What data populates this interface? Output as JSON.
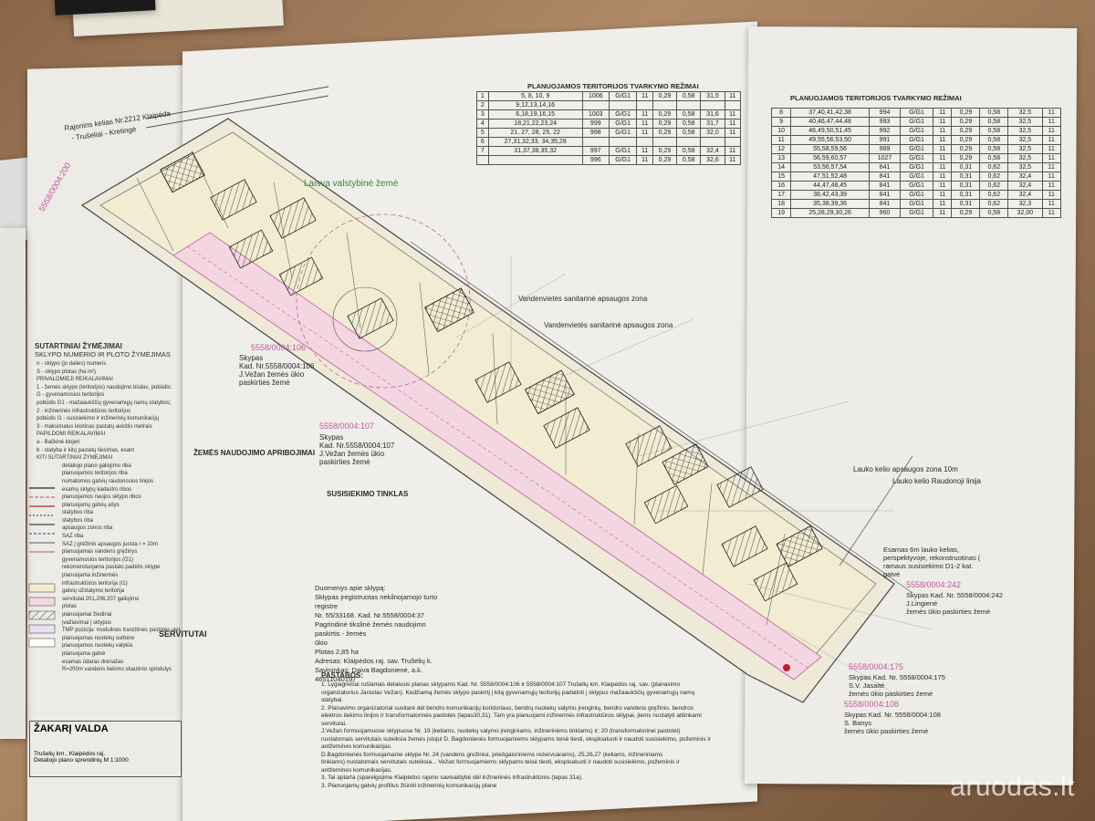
{
  "map": {
    "road_label": "Rajonins kelias Nr.2212 Klaipėda",
    "road_sub": "- Trušeliai - Kretingė",
    "state_land": "Laisva valstybinė žemė",
    "parcel_top": "5558/0004:200",
    "sanitary_zone": "Vandenvietės sanitarinė apsaugos zona",
    "sanitary_zone_2": "Vandenvietės sanitarinė apsaugos zona",
    "parcel_106": "5558/0004:106",
    "parcel_106_desc": [
      "Skypas",
      "Kad. Nr.5558/0004:106",
      "J.Vežan žemės ūkio",
      "paskirties žemė"
    ],
    "parcel_107": "5558/0004:107",
    "parcel_107_desc": [
      "Skypas",
      "Kad. Nr.5558/0004:107",
      "J.Vežan žemės ūkio",
      "paskirties žemė"
    ],
    "parcel_242": "5558/0004:242",
    "parcel_242_desc": [
      "Skypas Kad. Nr. 5558/0004:242",
      "J.Lingienė",
      "žemės ūkio paskirties žemė"
    ],
    "parcel_175": "5558/0004:175",
    "parcel_175_desc": [
      "Skypas Kad. Nr. 5558/0004:175",
      "S.V. Jasaitė",
      "žemės ūkio paskirties žemė"
    ],
    "parcel_108": "5558/0004:108",
    "parcel_108_desc": [
      "Skypas Kad. Nr. 5558/0004:108",
      "S. Banys",
      "žemės ūkio paskirties žemė"
    ],
    "field_road": "Lauko kelio apsaugos zona 10m",
    "red_line": "Lauko kelio Raudonoji linija",
    "existing_road": [
      "Esamas 6m lauko kelias,",
      "perspektyvoje, rekonstruotinas (",
      "ramaus susisiekimo D1-2 kat.",
      "gatvė"
    ]
  },
  "table_left": {
    "title": "PLANUOJAMOS TERITORIJOS TVARKYMO REŽIMAI",
    "rows": [
      [
        "1",
        "5, 8, 10, 9",
        "1006",
        "G/G1",
        "11",
        "0,29",
        "0,58",
        "31,5",
        "11"
      ],
      [
        "2",
        "9,12,13,14,16",
        "",
        "",
        "",
        "",
        "",
        "",
        ""
      ],
      [
        "3",
        "6,18,19,16,15",
        "1003",
        "G/G1",
        "11",
        "0,29",
        "0,58",
        "31,6",
        "11"
      ],
      [
        "4",
        "18,21,22,23,24",
        "999",
        "G/G1",
        "11",
        "0,29",
        "0,58",
        "31,7",
        "11"
      ],
      [
        "5",
        "21, 27, 28, 25, 22",
        "998",
        "G/G1",
        "11",
        "0,29",
        "0,58",
        "32,0",
        "11"
      ],
      [
        "6",
        "27,31,32,33, 34,35,28",
        "",
        "",
        "",
        "",
        "",
        "",
        ""
      ],
      [
        "7",
        "31,37,38,35,32",
        "997",
        "G/G1",
        "11",
        "0,29",
        "0,58",
        "32,4",
        "11"
      ],
      [
        "",
        "",
        "996",
        "G/G1",
        "11",
        "0,29",
        "0,58",
        "32,6",
        "11"
      ]
    ]
  },
  "table_right": {
    "title": "PLANUOJAMOS TERITORIJOS TVARKYMO REŽIMAI",
    "rows": [
      [
        "8",
        "37,40,41,42,38",
        "994",
        "G/G1",
        "11",
        "0,29",
        "0,58",
        "32,5",
        "11"
      ],
      [
        "9",
        "40,46,47,44,48",
        "993",
        "G/G1",
        "11",
        "0,29",
        "0,58",
        "32,5",
        "11"
      ],
      [
        "10",
        "46,49,50,51,45",
        "992",
        "G/G1",
        "11",
        "0,29",
        "0,58",
        "32,5",
        "11"
      ],
      [
        "11",
        "49,55,56,53,50",
        "991",
        "G/G1",
        "11",
        "0,29",
        "0,58",
        "32,5",
        "11"
      ],
      [
        "12",
        "55,58,59,56",
        "989",
        "G/G1",
        "11",
        "0,29",
        "0,58",
        "32,5",
        "11"
      ],
      [
        "13",
        "56,59,60,57",
        "1027",
        "G/G1",
        "11",
        "0,29",
        "0,58",
        "32,5",
        "11"
      ],
      [
        "14",
        "53,56,57,54",
        "841",
        "G/G1",
        "11",
        "0,31",
        "0,62",
        "32,5",
        "11"
      ],
      [
        "15",
        "47,51,52,48",
        "841",
        "G/G1",
        "11",
        "0,31",
        "0,62",
        "32,4",
        "11"
      ],
      [
        "16",
        "44,47,48,45",
        "841",
        "G/G1",
        "11",
        "0,31",
        "0,62",
        "32,4",
        "11"
      ],
      [
        "17",
        "38,42,43,39",
        "841",
        "G/G1",
        "11",
        "0,31",
        "0,62",
        "32,4",
        "11"
      ],
      [
        "18",
        "35,38,39,36",
        "841",
        "G/G1",
        "11",
        "0,31",
        "0,62",
        "32,3",
        "11"
      ],
      [
        "19",
        "25,28,29,30,26",
        "960",
        "G/G1",
        "11",
        "0,29",
        "0,58",
        "32,00",
        "11"
      ]
    ]
  },
  "legend": {
    "heading": "SUTARTINIAI ŽYMĖJIMAI",
    "sub": "SKLYPO NUMERIO IR PLOTO ŽYMĖJIMAS",
    "items": [
      "n - sklypo (jo dalies) numeris",
      "S - sklypo plotas (ha m²)",
      "PRIVALOMIEJI REIKALAVIMAI",
      "1 - žemės sklypo (teritorijos) naudojimo būdas, pobūdis:",
      "G - gyvenamosios teritorijos",
      "pobūdis G1 - mažaaukščių gyvenamųjų namų statybos;",
      "2 - inžinerinės infrastruktūros teritorijos",
      "pobūdis I1 - susisiekimo ir inžinerinių komunikacijų",
      "3 - maksimalus leistinas pastatų aukštis metrais",
      "PAPILDOMI REIKALAVIMAI",
      "a - Bačkinė klojeri",
      "b - statyba ir kitų pastatų tiesimas, esant",
      "KITI SUTARTINIAI ŽYMĖJIMAI",
      "detaliojo plano galiojimo riba",
      "planuojamos teritorijos riba",
      "numatomos gatvių raudonosios linijos",
      "esamų sklypų kadastro ribos",
      "planuojamos naujos sklypo ribos",
      "planuojamų gatvių ašys",
      "statybos riba",
      "statybos riba",
      "apsaugos zonos riba",
      "SAZ riba",
      "SAZ į grėžinio apsaugos juosta r = 10m",
      "planuojamas vandens gręžinys",
      "gyvenamosios teritorijos (G1)",
      "rekomenduojama pastato padėtis sklype",
      "planuojama inžinerinės",
      "infrastruktūros teritorija (I1)",
      "gatvių užstatymo teritorija",
      "servitutai 201,206,207 galiojimo",
      "plotas",
      "planuojamai žiedinai",
      "įvažiavimai į sklypus",
      "TMP pozicija: modulinės tranzitinės pastotės vieta",
      "planuojamas nuotekų surbėre",
      "planuojamos nuotekų valykla",
      "planuojama gatvė",
      "esamas ūdaras drenažas",
      "R=200m vandens tiekimo skautinio spindulys"
    ]
  },
  "notes": {
    "restrictions_title": "ŽEMĖS NAUDOJIMO APRIBOJIMAI",
    "servitudes_title": "SERVITUTAI",
    "traffic_title": "SUSISIEKIMO TINKLAS",
    "parcel_data": [
      "Duomenys apie sklypą:",
      "Sklypas įregistruotas nekilnojamojo turto registre",
      "Nr. 55/33168. Kad. Nr.5558/0004:37",
      "Pagrindinė tikslinė žemės naudojimo paskirtis - žemės",
      "ūkio",
      "Plotas 2,85 ha",
      "Adresas: Klaipėdos raj. sav. Trušelių k.",
      "Savininkas: Daiva Bagdonienė, a.k. 46511040197"
    ],
    "remarks_title": "PASTABOS:",
    "remarks": [
      "1. Lygiagrečiai rušiamas detalusis planas sklypams Kad. Nr. 5558/0004:106 ir 5558/0004:107 Trušelių km. Klaipėdos raj. sav. (planavimo",
      "organizatorius Jaroslav Vežan). Kedžiamą žemės sklypo paskirtį į kitą gyvenamųjų teritorijų padalinti į sklypus mažaaukščių gyvenamųjų namų",
      "statybai.",
      "2. Planavimo organizatorial susitarė dėl bendro komunikacijų koridoriaus, bendrų nuotekų valymo įrenginių, bendro vandens gręžinio, bendros",
      "elektros tiekimo linijos ir transformatorinės pastotės (lapas30,31). Tam yra planuojami inžinerinės infrastruktūros sklypai, jiems nustatyti atitinkami",
      "servitutai.",
      "J.Vežan formuojamuose sklypuose Nr. 19 (keliams, nuotekų valymo įrenginiams, inžinerinėms tinklams) ir; 20 (transformatorinei pastotei)",
      "nustatomais servitutais suteiksia žemės įstojui D. Bagdonienės formuojamiems sklypams teisė tiesti, eksploatuoti ir naudoti susisiekimo, požeminis ir",
      "antžemines komunikacijas.",
      "D.Bagdonienės formuojamame sklype Nr. 24 (vandens grežiniui, priešgaisriniems rezervuarams), 25,26,27 (keliams, inžineriniams",
      "tinklams) nustatomais servitutais suteiksia... Vežan formuojamiems sklypams teisė tiesti, eksploatuoti ir naudoti susisiekimo, požeminis ir",
      "antžemines komunikacijas.",
      "3. Tai aptarta (sparelgojime Klaipėdos rajono savivaldybė dėl inžinerinės infrastruktūros (lapas 31a).",
      "3. Planuojamų gatvių profilius žiūrėti inžinerinių komunikacijų plane"
    ]
  },
  "title_block": {
    "heading": "ŽAKARĮ VALDA",
    "lines": [
      "Trušelių km., Klaipėdos raj.",
      "Detaliojo plano sprendinių M 1:1000"
    ]
  },
  "watermark": "aruodas.lt"
}
